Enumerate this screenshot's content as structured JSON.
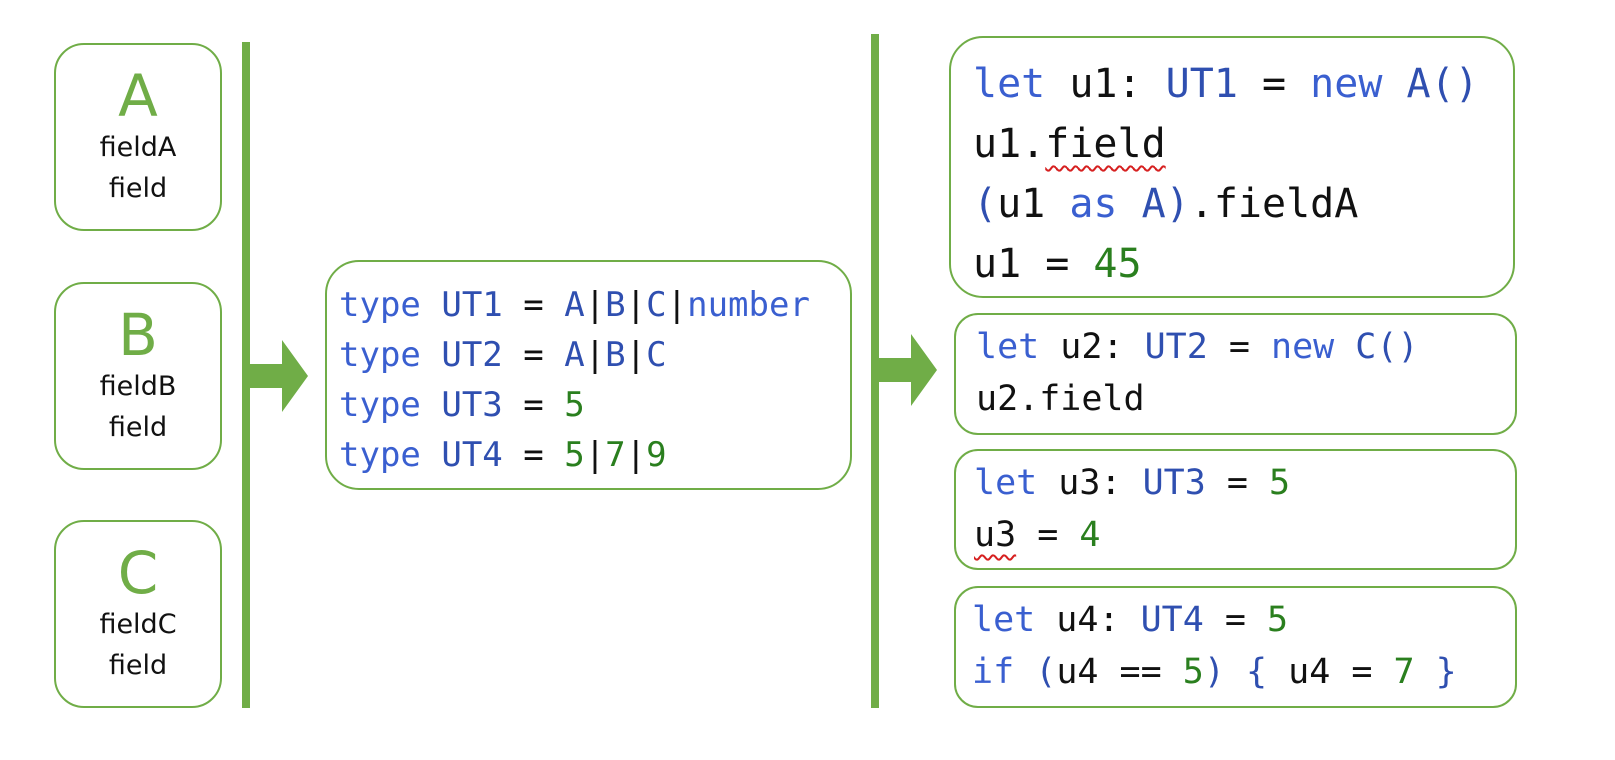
{
  "classes": [
    {
      "name": "A",
      "fields": [
        "fieldA",
        "field"
      ]
    },
    {
      "name": "B",
      "fields": [
        "fieldB",
        "field"
      ]
    },
    {
      "name": "C",
      "fields": [
        "fieldC",
        "field"
      ]
    }
  ],
  "types": [
    [
      {
        "t": "type",
        "c": "kw"
      },
      {
        "t": " UT1 ",
        "c": "ty"
      },
      {
        "t": "= ",
        "c": "op"
      },
      {
        "t": "A",
        "c": "ty"
      },
      {
        "t": "|",
        "c": "op"
      },
      {
        "t": "B",
        "c": "ty"
      },
      {
        "t": "|",
        "c": "op"
      },
      {
        "t": "C",
        "c": "ty"
      },
      {
        "t": "|",
        "c": "op"
      },
      {
        "t": "number",
        "c": "kw"
      }
    ],
    [
      {
        "t": "type",
        "c": "kw"
      },
      {
        "t": " UT2 ",
        "c": "ty"
      },
      {
        "t": "= ",
        "c": "op"
      },
      {
        "t": "A",
        "c": "ty"
      },
      {
        "t": "|",
        "c": "op"
      },
      {
        "t": "B",
        "c": "ty"
      },
      {
        "t": "|",
        "c": "op"
      },
      {
        "t": "C",
        "c": "ty"
      }
    ],
    [
      {
        "t": "type",
        "c": "kw"
      },
      {
        "t": " UT3 ",
        "c": "ty"
      },
      {
        "t": "= ",
        "c": "op"
      },
      {
        "t": "5",
        "c": "num"
      }
    ],
    [
      {
        "t": "type",
        "c": "kw"
      },
      {
        "t": " UT4 ",
        "c": "ty"
      },
      {
        "t": "= ",
        "c": "op"
      },
      {
        "t": "5",
        "c": "num"
      },
      {
        "t": "|",
        "c": "op"
      },
      {
        "t": "7",
        "c": "num"
      },
      {
        "t": "|",
        "c": "op"
      },
      {
        "t": "9",
        "c": "num"
      }
    ]
  ],
  "examples": [
    [
      [
        {
          "t": "let",
          "c": "kw"
        },
        {
          "t": " u1: ",
          "c": "op"
        },
        {
          "t": "UT1",
          "c": "ty"
        },
        {
          "t": " = ",
          "c": "op"
        },
        {
          "t": "new",
          "c": "kw"
        },
        {
          "t": " A()",
          "c": "ty"
        }
      ],
      [
        {
          "t": "u1.",
          "c": "op"
        },
        {
          "t": "field",
          "c": "op",
          "err": true
        }
      ],
      [
        {
          "t": "(",
          "c": "ty"
        },
        {
          "t": "u1 ",
          "c": "op"
        },
        {
          "t": "as",
          "c": "kw"
        },
        {
          "t": " A)",
          "c": "ty"
        },
        {
          "t": ".fieldA",
          "c": "op"
        }
      ],
      [
        {
          "t": "u1 = ",
          "c": "op"
        },
        {
          "t": "45",
          "c": "num"
        }
      ]
    ],
    [
      [
        {
          "t": "let",
          "c": "kw"
        },
        {
          "t": " u2: ",
          "c": "op"
        },
        {
          "t": "UT2",
          "c": "ty"
        },
        {
          "t": " = ",
          "c": "op"
        },
        {
          "t": "new",
          "c": "kw"
        },
        {
          "t": " C()",
          "c": "ty"
        }
      ],
      [
        {
          "t": "u2.field",
          "c": "op"
        }
      ]
    ],
    [
      [
        {
          "t": "let",
          "c": "kw"
        },
        {
          "t": " u3: ",
          "c": "op"
        },
        {
          "t": "UT3",
          "c": "ty"
        },
        {
          "t": " = ",
          "c": "op"
        },
        {
          "t": "5",
          "c": "num"
        }
      ],
      [
        {
          "t": "u3",
          "c": "op",
          "err": true
        },
        {
          "t": " = ",
          "c": "op"
        },
        {
          "t": "4",
          "c": "num"
        }
      ]
    ],
    [
      [
        {
          "t": "let",
          "c": "kw"
        },
        {
          "t": " u4: ",
          "c": "op"
        },
        {
          "t": "UT4",
          "c": "ty"
        },
        {
          "t": " = ",
          "c": "op"
        },
        {
          "t": "5",
          "c": "num"
        }
      ],
      [
        {
          "t": "if",
          "c": "kw"
        },
        {
          "t": " (",
          "c": "ty"
        },
        {
          "t": "u4 == ",
          "c": "op"
        },
        {
          "t": "5",
          "c": "num"
        },
        {
          "t": ") { ",
          "c": "ty"
        },
        {
          "t": "u4 = ",
          "c": "op"
        },
        {
          "t": "7",
          "c": "num"
        },
        {
          "t": " }",
          "c": "ty"
        }
      ]
    ]
  ],
  "colors": {
    "accent": "#70ad47",
    "keyword": "#3a5fd0",
    "type": "#2f4fb0",
    "number": "#2a7f1e",
    "error": "#d62020"
  }
}
